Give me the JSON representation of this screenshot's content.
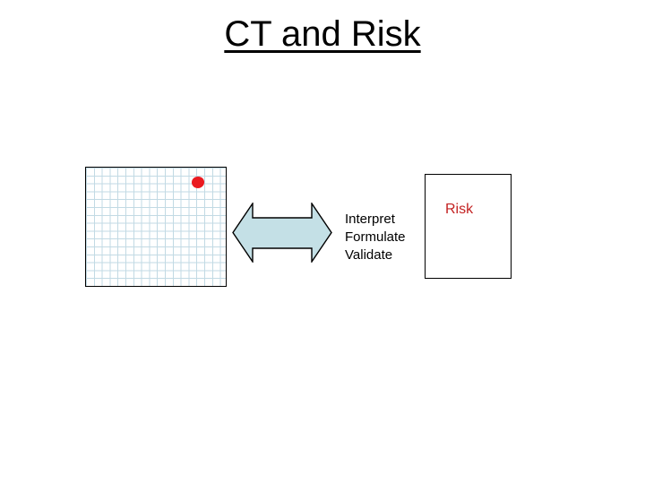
{
  "slide": {
    "title": "CT and Risk",
    "arrow_labels": [
      "Interpret",
      "Formulate",
      "Validate"
    ],
    "risk_label": "Risk"
  },
  "icons": {
    "double_arrow": "left-right-double-arrow",
    "red_dot": "red-dot-marker"
  },
  "colors": {
    "background": "#ffffff",
    "outline": "#000000",
    "grid_line": "#c2dae4",
    "arrow_fill": "#c4e0e6",
    "dot_red": "#ea1a20",
    "risk_red": "#c32222"
  }
}
